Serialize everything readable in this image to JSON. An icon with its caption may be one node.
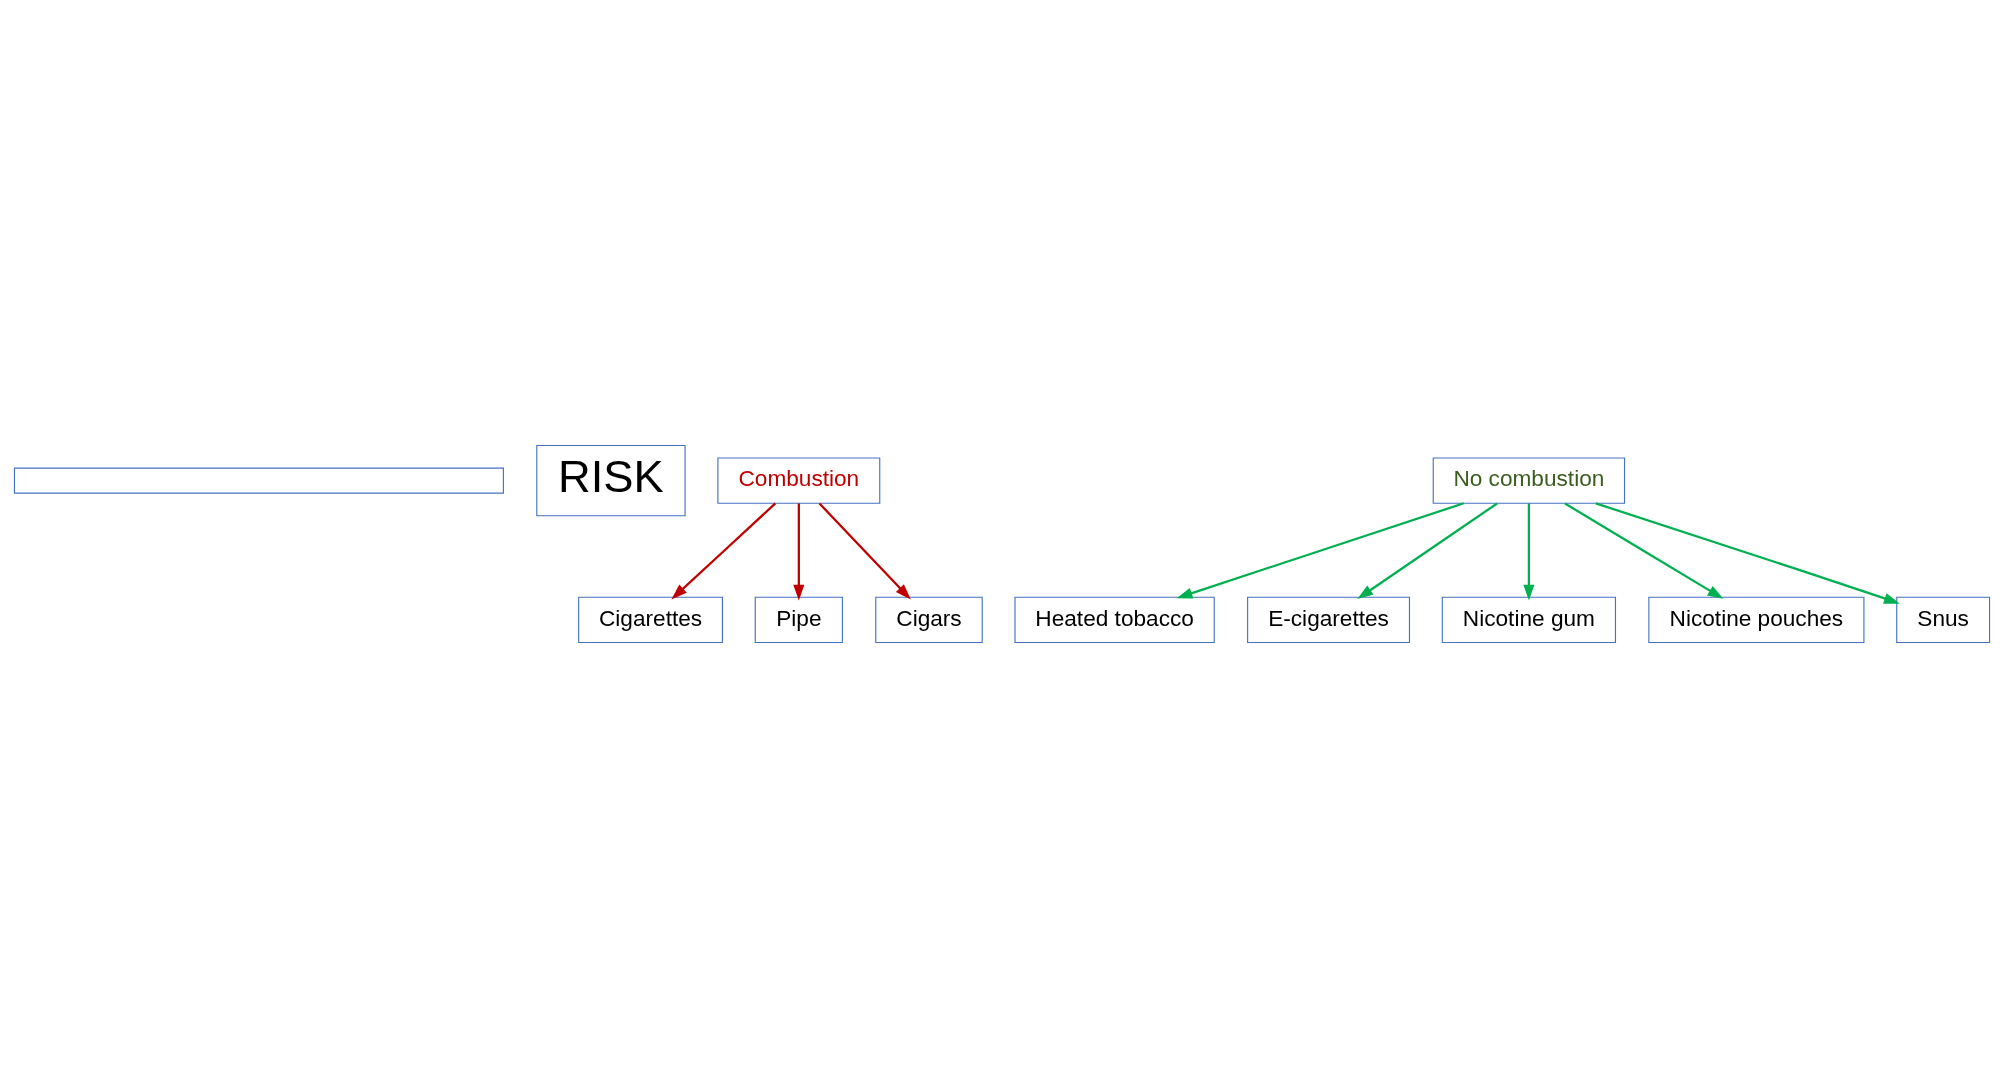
{
  "diagram": {
    "nodes": [
      {
        "text": [],
        "shape": "box"
      },
      {
        "text": [
          "RISK"
        ]
      },
      {
        "text": [
          "Cigarettes"
        ]
      },
      {
        "text": [
          "Pipe"
        ]
      },
      {
        "text": [
          "Cigars"
        ]
      },
      {
        "text": [
          "Combustion"
        ]
      },
      {
        "text": [
          "No combustion"
        ]
      },
      {
        "text": [
          "Heated tobacco"
        ]
      },
      {
        "text": [
          "E-cigarettes"
        ]
      },
      {
        "text": [
          "Nicotine gum"
        ]
      },
      {
        "text": [
          "Nicotine pouches"
        ]
      },
      {
        "text": [
          "Snus"
        ]
      }
    ],
    "edges": [
      {
        "from": 5,
        "to": 4,
        "arrow": "to",
        "color": "#c00000"
      },
      {
        "from": 5,
        "to": 3,
        "arrow": "to",
        "color": "#c00000"
      },
      {
        "from": 5,
        "to": 2,
        "arrow": "to",
        "color": "#c00000"
      },
      {
        "from": 6,
        "to": 9,
        "arrow": "to"
      },
      {
        "from": 6,
        "to": 10,
        "arrow": "to"
      },
      {
        "from": 6,
        "to": 11,
        "arrow": "to"
      },
      {
        "from": 6,
        "to": 8,
        "arrow": "to"
      },
      {
        "from": 6,
        "to": 7,
        "arrow": "to"
      }
    ]
  }
}
